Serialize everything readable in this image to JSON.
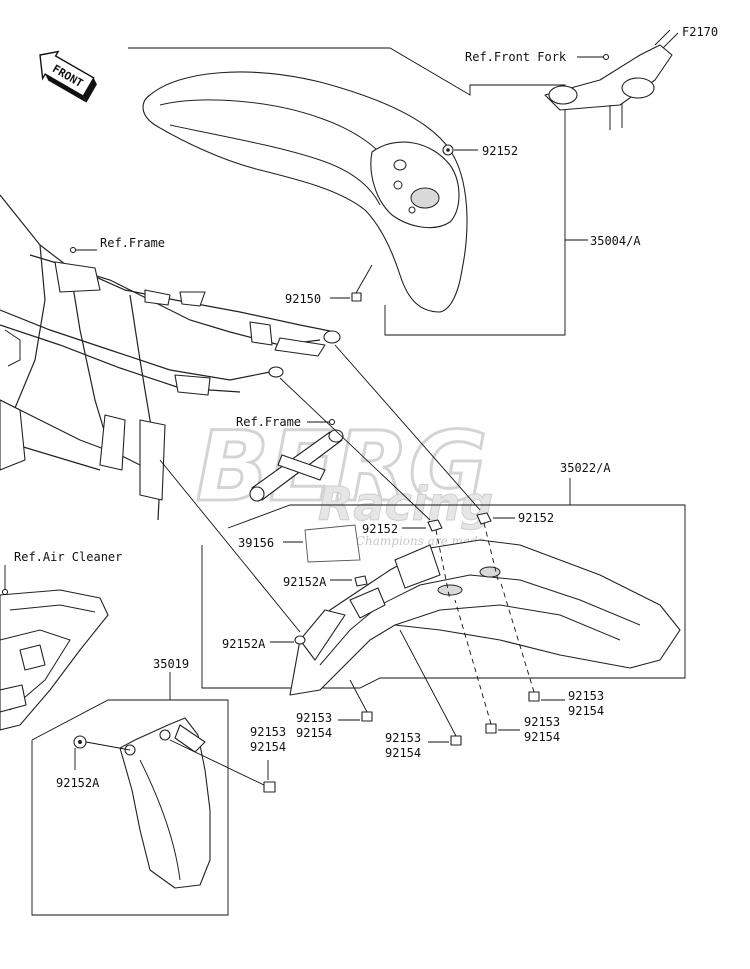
{
  "figure_code": "F2170",
  "front_arrow_label": "FRONT",
  "watermark": {
    "brand": "BERG",
    "sub": "Racing",
    "tagline": "Where Champions are made"
  },
  "references": {
    "front_fork": "Ref.Front Fork",
    "frame_upper": "Ref.Frame",
    "frame_lower": "Ref.Frame",
    "air_cleaner": "Ref.Air Cleaner"
  },
  "callouts": {
    "front_fender_assy": "35004/A",
    "rear_fender_assy": "35022/A",
    "mudguard": "35019",
    "washer_front": "92152",
    "bolt_front": "92150",
    "washer_rear_left": "92152",
    "washer_rear_right": "92152",
    "pad_39156": "39156",
    "washer_a_upper": "92152A",
    "washer_a_mid": "92152A",
    "washer_a_mudguard": "92152A",
    "bolt_rear_a_top": "92153",
    "bolt_rear_a_bottom": "92154",
    "bolt_rear_b_top": "92153",
    "bolt_rear_b_bottom": "92154",
    "bolt_rear_c_top": "92153",
    "bolt_rear_c_bottom": "92154",
    "bolt_rear_d_top": "92153",
    "bolt_rear_d_bottom": "92154",
    "bolt_mudguard_top": "92153",
    "bolt_mudguard_bottom": "92154"
  }
}
